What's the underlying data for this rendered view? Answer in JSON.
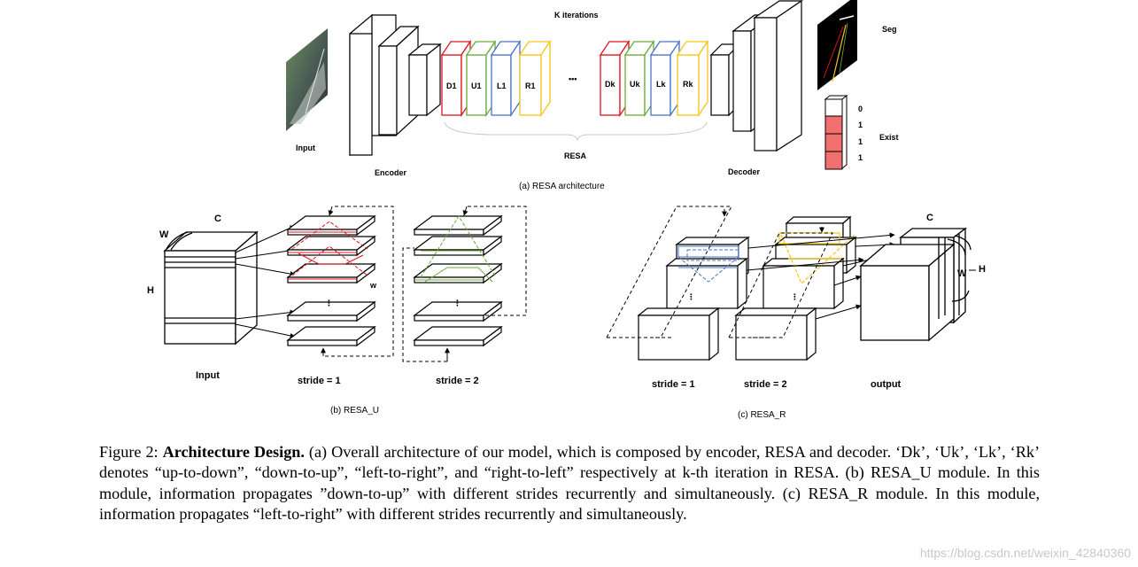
{
  "part_a": {
    "k_iterations": "K iterations",
    "input": "Input",
    "encoder": "Encoder",
    "decoder": "Decoder",
    "resa": "RESA",
    "seg": "Seg",
    "exist": "Exist",
    "exist_values": [
      "0",
      "1",
      "1",
      "1"
    ],
    "ellipsis": "•••",
    "first_blocks": [
      {
        "label": "D1",
        "color": "#e0141e"
      },
      {
        "label": "U1",
        "color": "#6aab3a"
      },
      {
        "label": "L1",
        "color": "#4a74c4"
      },
      {
        "label": "R1",
        "color": "#f5c518"
      }
    ],
    "last_blocks": [
      {
        "label": "Dk",
        "color": "#e0141e"
      },
      {
        "label": "Uk",
        "color": "#6aab3a"
      },
      {
        "label": "Lk",
        "color": "#4a74c4"
      },
      {
        "label": "Rk",
        "color": "#f5c518"
      }
    ],
    "caption": "(a) RESA architecture"
  },
  "part_b": {
    "c": "C",
    "w": "W",
    "h": "H",
    "w_small": "w",
    "input": "Input",
    "stride1": "stride = 1",
    "stride2": "stride = 2",
    "caption": "(b) RESA_U"
  },
  "part_c": {
    "c": "C",
    "w": "W",
    "h": "H",
    "stride1": "stride = 1",
    "stride2": "stride = 2",
    "output": "output",
    "caption": "(c) RESA_R"
  },
  "colors": {
    "red": "#e0141e",
    "green": "#6aab3a",
    "blue": "#4a74c4",
    "yellow": "#f5c518",
    "exist_fill": "#f26f6f"
  },
  "figure_caption": {
    "prefix": "Figure 2: ",
    "bold": "Architecture Design.",
    "text": " (a) Overall architecture of our model, which is composed by encoder, RESA and decoder. ‘Dk’, ‘Uk’, ‘Lk’, ‘Rk’ denotes “up-to-down”, “down-to-up”, “left-to-right”, and “right-to-left” respectively at k-th iteration in RESA. (b) RESA_U module. In this module, information propagates ”down-to-up” with different strides recurrently and simultaneously. (c) RESA_R module. In this module, information propagates “left-to-right” with different strides recurrently and simultaneously."
  },
  "watermark": "https://blog.csdn.net/weixin_42840360"
}
